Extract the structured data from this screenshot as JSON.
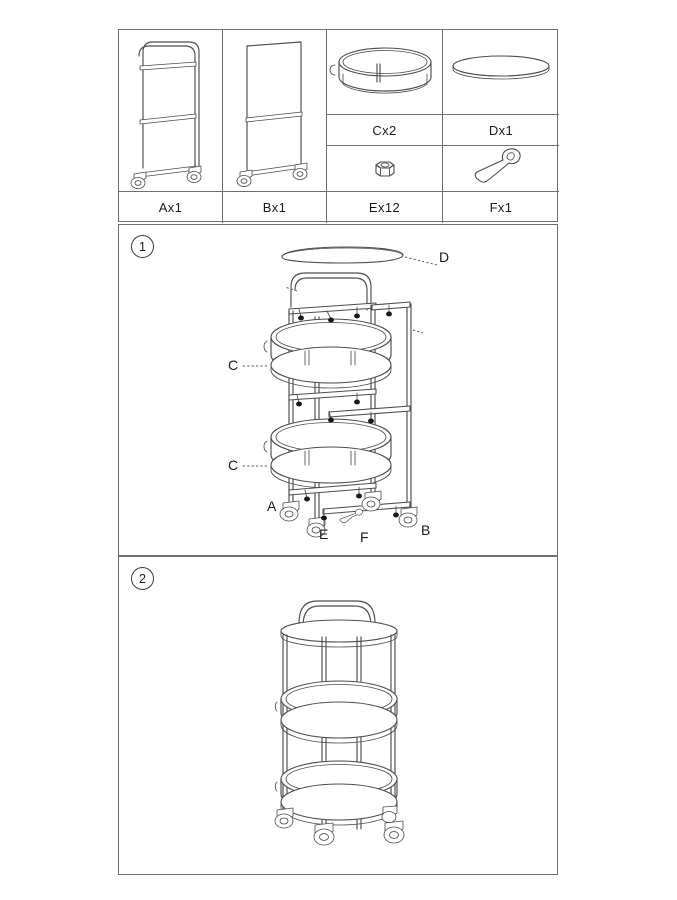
{
  "document": {
    "kind": "assembly-instruction-sheet",
    "product": "3-tier round rolling bar cart",
    "page_background": "#ffffff",
    "line_color": "#4d4d4d",
    "border_color": "#6f6f6f"
  },
  "parts_table": {
    "rows": 2,
    "columns": 4,
    "cells": [
      {
        "id": "A",
        "label": "Ax1",
        "icon": "side-frame-panel-a-icon",
        "qty": 1,
        "span_rows": 2
      },
      {
        "id": "B",
        "label": "Bx1",
        "icon": "side-frame-panel-b-icon",
        "qty": 1,
        "span_rows": 2
      },
      {
        "id": "C",
        "label": "Cx2",
        "icon": "shelf-ring-icon",
        "qty": 2,
        "span_rows": 1
      },
      {
        "id": "D",
        "label": "Dx1",
        "icon": "round-top-disc-icon",
        "qty": 1,
        "span_rows": 1
      },
      {
        "id": "E",
        "label": "Ex12",
        "icon": "hex-nut-icon",
        "qty": 12,
        "span_rows": 1
      },
      {
        "id": "F",
        "label": "Fx1",
        "icon": "wrench-icon",
        "qty": 1,
        "span_rows": 1
      }
    ]
  },
  "steps": [
    {
      "number": "1",
      "callouts": [
        {
          "text": "A",
          "part": "A",
          "target": "left-frame-upright"
        },
        {
          "text": "B",
          "part": "B",
          "target": "right-frame-upright"
        },
        {
          "text": "C",
          "part": "C",
          "target": "upper-shelf-ring"
        },
        {
          "text": "C",
          "part": "C",
          "target": "lower-shelf-ring"
        },
        {
          "text": "D",
          "part": "D",
          "target": "round-top-disc"
        },
        {
          "text": "E",
          "part": "E",
          "target": "hex-nut-fastener"
        },
        {
          "text": "F",
          "part": "F",
          "target": "wrench-tool"
        }
      ],
      "fastener_marker_count": 12
    },
    {
      "number": "2",
      "callouts": [],
      "fastener_marker_count": 0
    }
  ]
}
